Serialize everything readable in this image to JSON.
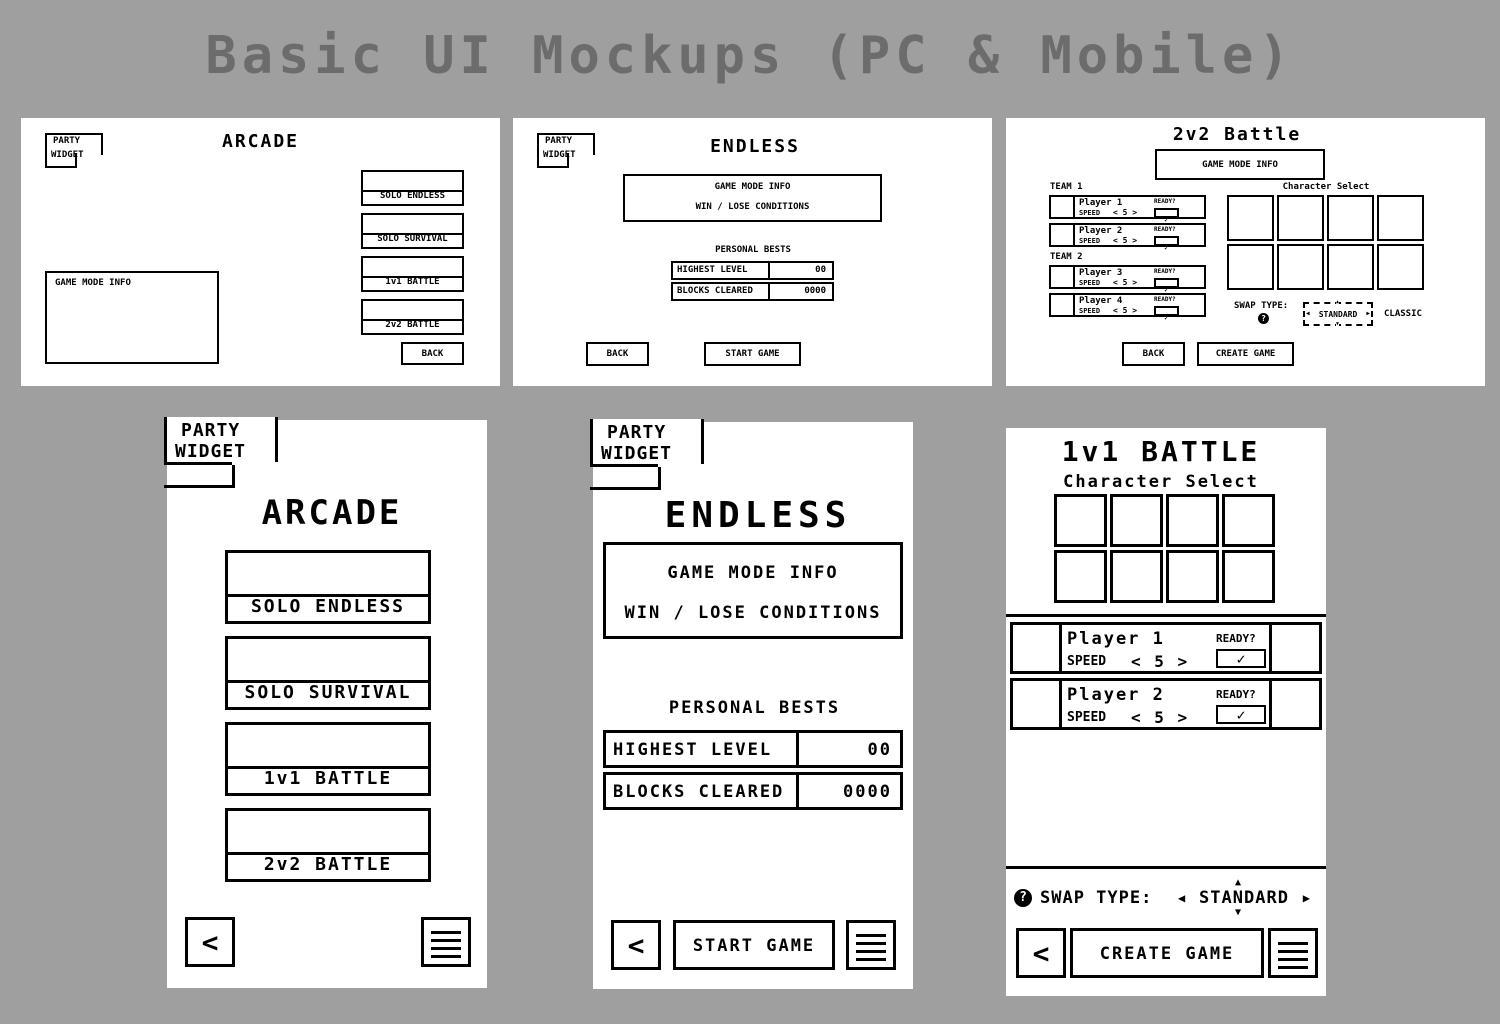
{
  "title": "Basic UI Mockups (PC & Mobile)",
  "party_widget": {
    "line1": "PARTY",
    "line2": "WIDGET"
  },
  "arcade": {
    "title": "ARCADE",
    "modes": [
      "SOLO ENDLESS",
      "SOLO SURVIVAL",
      "1v1 BATTLE",
      "2v2 BATTLE"
    ],
    "info_label": "GAME MODE INFO",
    "back_label": "BACK"
  },
  "endless": {
    "title": "ENDLESS",
    "info_line1": "GAME MODE INFO",
    "info_line2": "WIN / LOSE CONDITIONS",
    "bests_title": "PERSONAL BESTS",
    "highest_level_label": "HIGHEST LEVEL",
    "highest_level_value": "00",
    "blocks_cleared_label": "BLOCKS CLEARED",
    "blocks_cleared_value": "0000",
    "back_label": "BACK",
    "start_label": "START GAME"
  },
  "battle2v2": {
    "title": "2v2 Battle",
    "info_label": "GAME MODE INFO",
    "team1_label": "TEAM 1",
    "team2_label": "TEAM 2",
    "char_select_label": "Character Select",
    "players": [
      {
        "name": "Player 1",
        "speed": "< 5 >"
      },
      {
        "name": "Player 2",
        "speed": "< 5 >"
      },
      {
        "name": "Player 3",
        "speed": "< 5 >"
      },
      {
        "name": "Player 4",
        "speed": "< 5 >"
      }
    ],
    "speed_label": "SPEED",
    "ready_label": "READY?",
    "swap_label": "SWAP TYPE:",
    "swap_value": "STANDARD",
    "swap_alt": "CLASSIC",
    "back_label": "BACK",
    "create_label": "CREATE GAME"
  },
  "battle1v1": {
    "title": "1v1 BATTLE",
    "char_select_label": "Character Select",
    "players": [
      {
        "name": "Player 1",
        "speed": "< 5 >"
      },
      {
        "name": "Player 2",
        "speed": "< 5 >"
      }
    ],
    "speed_label": "SPEED",
    "ready_label": "READY?",
    "swap_label": "SWAP TYPE:",
    "swap_value": "STANDARD",
    "create_label": "CREATE GAME"
  },
  "glyphs": {
    "back": "<",
    "check": "✓",
    "help": "?",
    "left": "◀",
    "right": "▶",
    "up": "▲",
    "down": "▼"
  },
  "icons": {
    "back": "chevron-left-icon",
    "menu": "hamburger-menu-icon",
    "help": "help-icon",
    "check": "checkmark-icon"
  }
}
